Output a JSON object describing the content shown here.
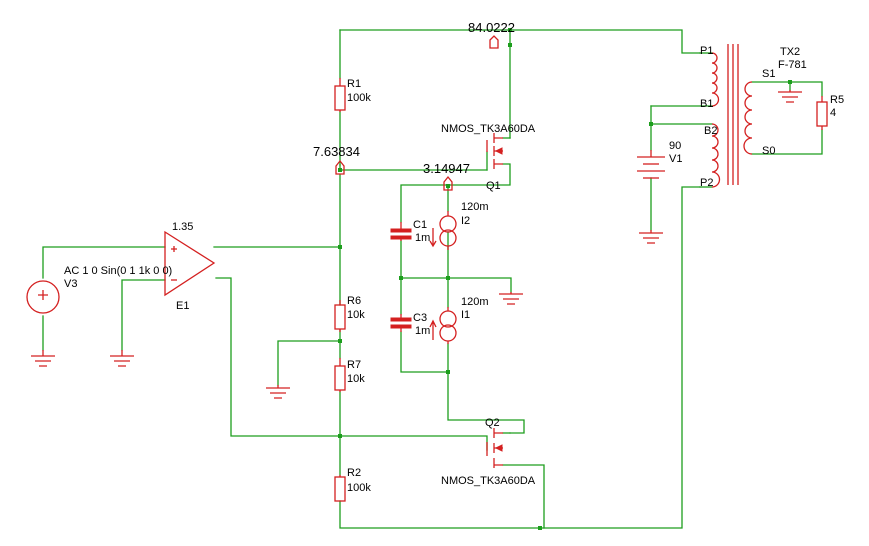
{
  "colors": {
    "wire": "#1d9e1d",
    "component": "#d42020",
    "text": "#000000",
    "background": "#ffffff"
  },
  "probes": {
    "drain_voltage": "84.0222",
    "gate_voltage": "7.63834",
    "source_voltage": "3.14947",
    "amp_output": "1.35"
  },
  "components": {
    "r1": {
      "ref": "R1",
      "value": "100k"
    },
    "r2": {
      "ref": "R2",
      "value": "100k"
    },
    "r5": {
      "ref": "R5",
      "value": "4"
    },
    "r6": {
      "ref": "R6",
      "value": "10k"
    },
    "r7": {
      "ref": "R7",
      "value": "10k"
    },
    "c1": {
      "ref": "C1",
      "value": "1m"
    },
    "c3": {
      "ref": "C3",
      "value": "1m"
    },
    "i1": {
      "ref": "I1",
      "value": "120m"
    },
    "i2": {
      "ref": "I2",
      "value": "120m"
    },
    "q1": {
      "ref": "Q1",
      "model": "NMOS_TK3A60DA"
    },
    "q2": {
      "ref": "Q2",
      "model": "NMOS_TK3A60DA"
    },
    "v1": {
      "ref": "V1",
      "value": "90"
    },
    "v3": {
      "ref": "V3",
      "source": "AC 1 0 Sin(0 1 1k 0 0)"
    },
    "e1": {
      "ref": "E1"
    },
    "tx2": {
      "ref": "TX2",
      "model": "F-781",
      "pins": [
        "P1",
        "B1",
        "B2",
        "P2",
        "S1",
        "S0"
      ]
    }
  }
}
